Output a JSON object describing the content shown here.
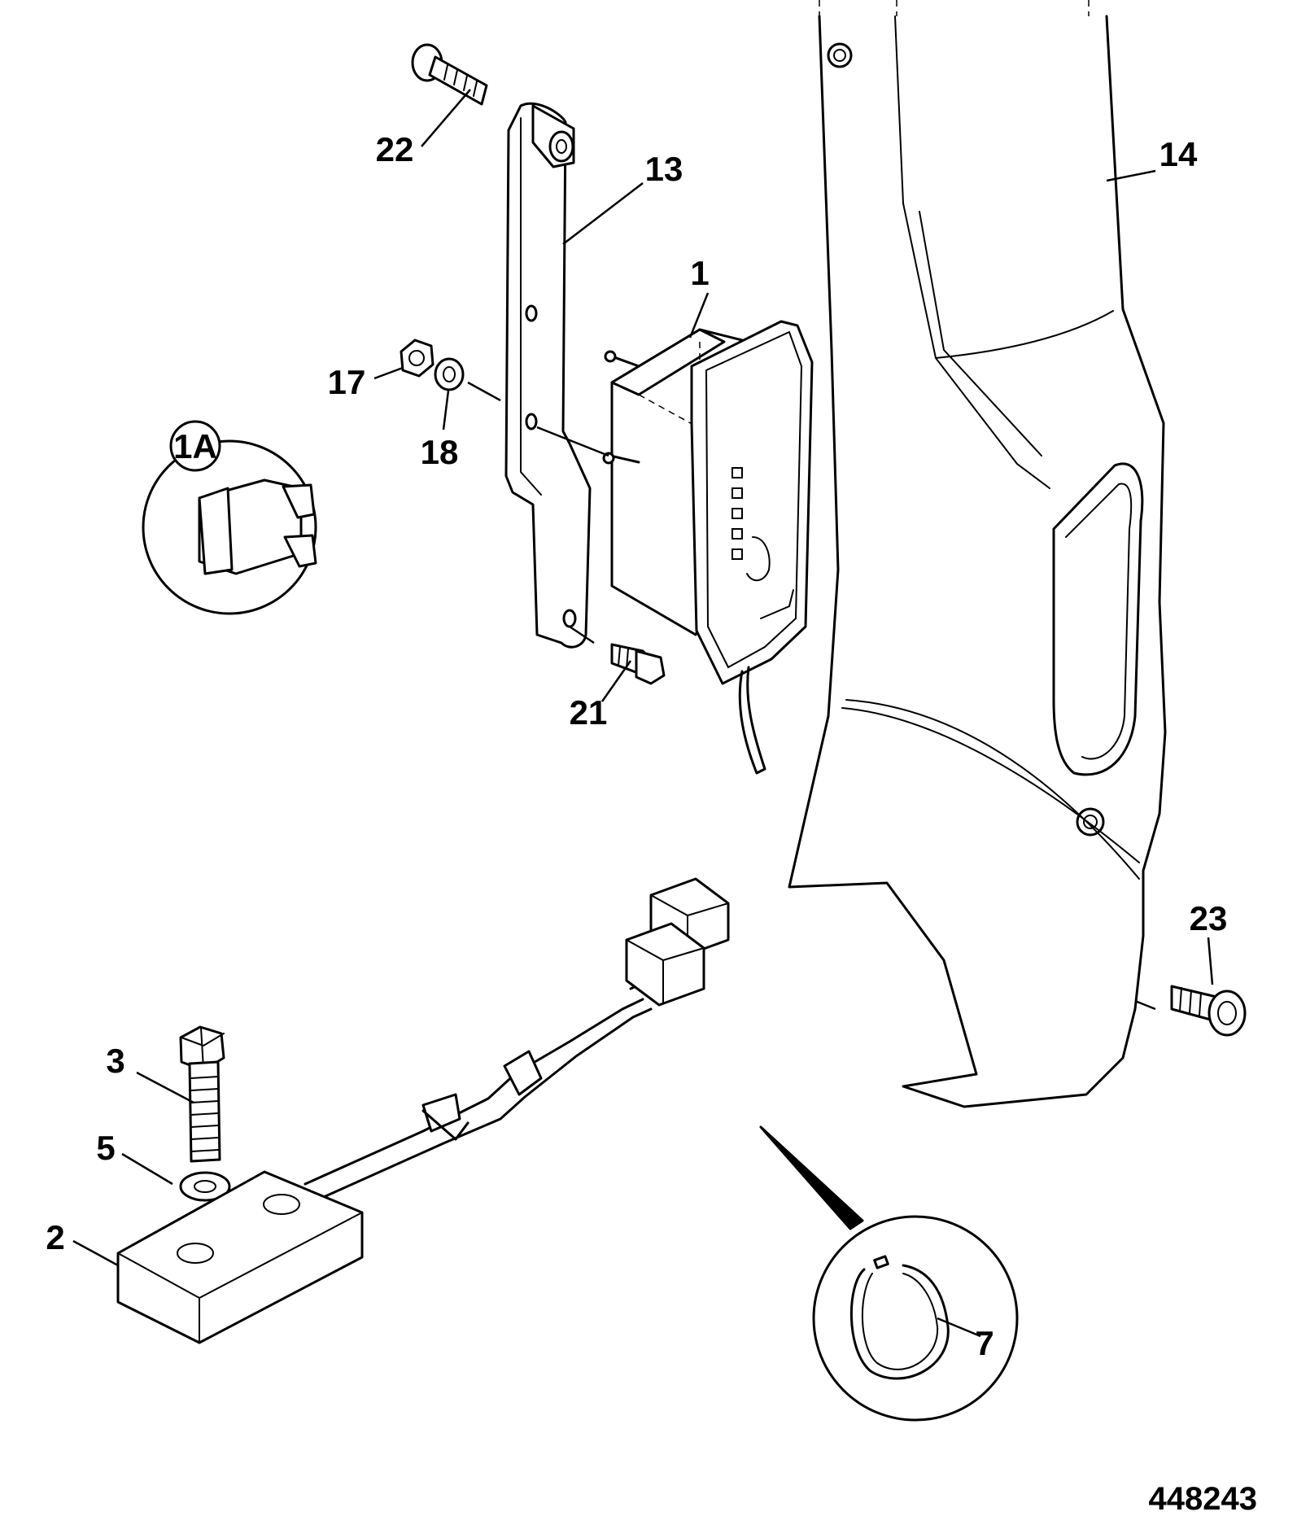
{
  "figure_id": "448243",
  "callouts": {
    "c1": "1",
    "c1a": "1A",
    "c2": "2",
    "c3": "3",
    "c5": "5",
    "c7": "7",
    "c13": "13",
    "c14": "14",
    "c17": "17",
    "c18": "18",
    "c21": "21",
    "c22": "22",
    "c23": "23"
  }
}
